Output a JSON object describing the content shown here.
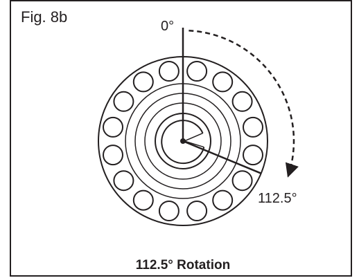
{
  "figure": {
    "label": "Fig. 8b",
    "start_angle_label": "0°",
    "end_angle_label": "112.5°",
    "caption": "112.5° Rotation"
  },
  "diagram": {
    "rotation_degrees": 112.5,
    "ball_count": 16,
    "line_color": "#231f20",
    "background_color": "#ffffff"
  }
}
